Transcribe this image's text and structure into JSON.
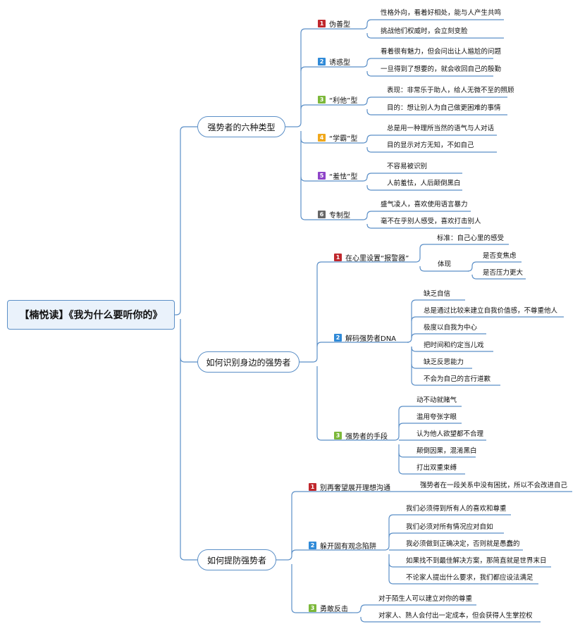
{
  "root": "【楠悦读】《我为什么要听你的》",
  "colors": {
    "line": "#5b8fc7",
    "b1": "#c0282d",
    "b2": "#2f8ad8",
    "b3": "#7cb83a",
    "b4": "#f0a81c",
    "b5": "#8e44c8",
    "b6": "#666666"
  },
  "branches": [
    {
      "label": "强势者的六种类型",
      "subs": [
        {
          "num": "1",
          "label": "伪善型",
          "leaves": [
            "性格外向，看着好相处，能与人产生共鸣",
            "挑战他们权威时，会立刻变脸"
          ]
        },
        {
          "num": "2",
          "label": "诱惑型",
          "leaves": [
            "看着很有魅力，但会问出让人尴尬的问题",
            "一旦得到了想要的，就会收回自己的殷勤"
          ]
        },
        {
          "num": "3",
          "label": "“利他”型",
          "leaves": [
            "表现：非常乐于助人，给人无微不至的照顾",
            "目的：想让别人为自己做更困难的事情"
          ]
        },
        {
          "num": "4",
          "label": "“学霸”型",
          "leaves": [
            "总是用一种理所当然的语气与人对话",
            "目的显示对方无知，不如自己"
          ]
        },
        {
          "num": "5",
          "label": "“羞怯”型",
          "leaves": [
            "不容易被识别",
            "人前羞怯，人后颠倒黑白"
          ]
        },
        {
          "num": "6",
          "label": "专制型",
          "leaves": [
            "盛气凌人，喜欢使用语言暴力",
            "毫不在乎别人感受，喜欢打击别人"
          ]
        }
      ]
    },
    {
      "label": "如何识别身边的强势者",
      "subs": [
        {
          "num": "1",
          "label": "在心里设置“报警器”",
          "leaves": [
            "标准：自己心里的感受"
          ],
          "embody": {
            "label": "体现",
            "items": [
              "是否变焦虑",
              "是否压力更大"
            ]
          }
        },
        {
          "num": "2",
          "label": "解码强势者DNA",
          "leaves": [
            "缺乏自信",
            "总是通过比较来建立自我价值感，不尊重他人",
            "极度以自我为中心",
            "把时间和约定当儿戏",
            "缺乏反思能力",
            "不会为自己的言行道歉"
          ]
        },
        {
          "num": "3",
          "label": "强势者的手段",
          "leaves": [
            "动不动就赌气",
            "滥用夸张字眼",
            "认为他人欲望都不合理",
            "颠倒因果，混淆黑白",
            "打出双重束缚"
          ]
        }
      ]
    },
    {
      "label": "如何提防强势者",
      "subs": [
        {
          "num": "1",
          "label": "别再奢望展开理想沟通",
          "leaves": [
            "强势者在一段关系中没有困扰，所以不会改进自己"
          ]
        },
        {
          "num": "2",
          "label": "躲开固有观念陷阱",
          "leaves": [
            "我们必须得到所有人的喜欢和尊重",
            "我们必须对所有情况应对自如",
            "我必须做到正确决定，否则就是愚蠢的",
            "如果找不到最佳解决方案，那简直就是世界末日",
            "不论家人提出什么要求，我们都应设法满足"
          ]
        },
        {
          "num": "3",
          "label": "勇敢反击",
          "leaves": [
            "对于陌生人可以建立对你的尊重",
            "对家人、熟人会付出一定成本，但会获得人生掌控权"
          ]
        }
      ]
    }
  ]
}
